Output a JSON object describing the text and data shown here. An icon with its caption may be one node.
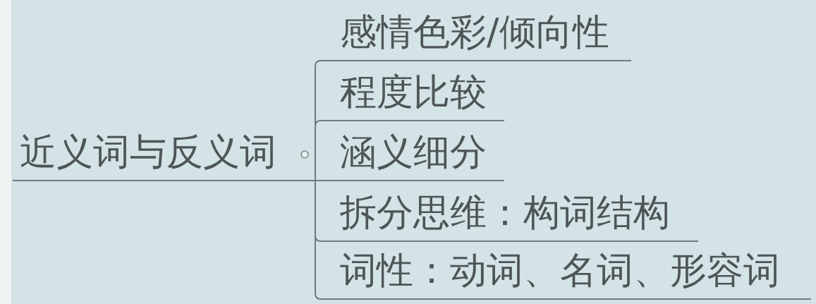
{
  "diagram": {
    "nodes": [
      {
        "text": [
          "近义词与反义词"
        ]
      },
      {
        "text": [
          "感情色彩/倾向性"
        ]
      },
      {
        "text": [
          "程度比较"
        ]
      },
      {
        "text": [
          "涵义细分"
        ]
      },
      {
        "text": [
          "拆分思维：构词结构"
        ]
      },
      {
        "text": [
          "词性：动词、名词、形容词"
        ]
      }
    ],
    "edges": [
      {
        "from": 0,
        "to": 1,
        "arrow": "none"
      },
      {
        "from": 0,
        "to": 2,
        "arrow": "none"
      },
      {
        "from": 0,
        "to": 3,
        "arrow": "none"
      },
      {
        "from": 0,
        "to": 4,
        "arrow": "none"
      },
      {
        "from": 0,
        "to": 5,
        "arrow": "none"
      }
    ]
  }
}
